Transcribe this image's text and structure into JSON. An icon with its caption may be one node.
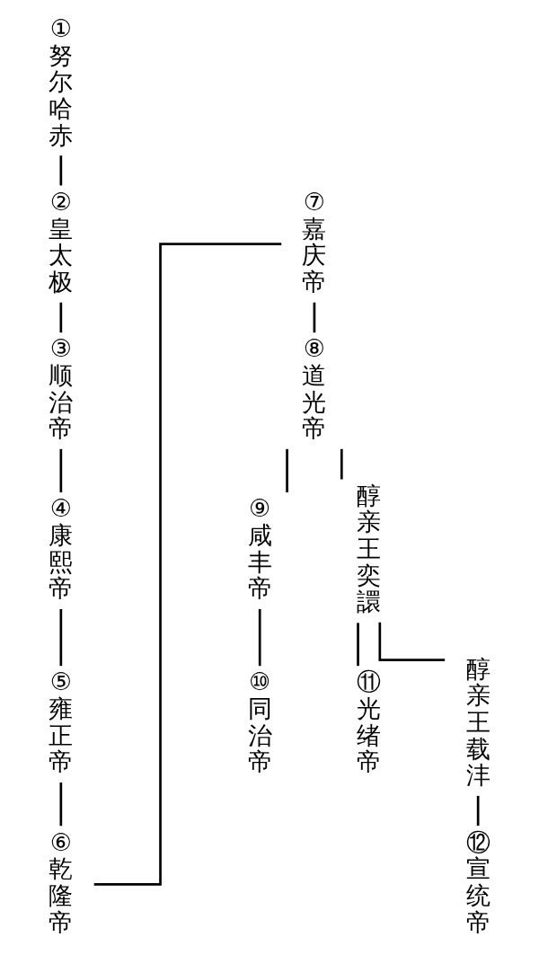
{
  "diagram": {
    "nodes": [
      {
        "text": [
          "①努尔哈赤"
        ]
      },
      {
        "text": [
          "②皇太极"
        ]
      },
      {
        "text": [
          "③顺治帝"
        ]
      },
      {
        "text": [
          "④康熙帝"
        ]
      },
      {
        "text": [
          "⑤雍正帝"
        ]
      },
      {
        "text": [
          "⑥乾隆帝"
        ]
      },
      {
        "text": [
          "⑦嘉庆帝"
        ]
      },
      {
        "text": [
          "⑧道光帝"
        ]
      },
      {
        "text": [
          "⑨咸丰帝"
        ]
      },
      {
        "text": [
          "⑩同治帝"
        ]
      },
      {
        "text": [
          "醇亲王奕譞"
        ]
      },
      {
        "text": [
          "⑪光绪帝"
        ]
      },
      {
        "text": [
          "醇亲王载沣"
        ]
      },
      {
        "text": [
          "⑫宣统帝"
        ]
      }
    ],
    "edges": [
      {
        "from": 0,
        "to": 1,
        "arrow": "none"
      },
      {
        "from": 1,
        "to": 2,
        "arrow": "none"
      },
      {
        "from": 2,
        "to": 3,
        "arrow": "none"
      },
      {
        "from": 3,
        "to": 4,
        "arrow": "none"
      },
      {
        "from": 4,
        "to": 5,
        "arrow": "none"
      },
      {
        "from": 5,
        "to": 6,
        "arrow": "none"
      },
      {
        "from": 6,
        "to": 7,
        "arrow": "none"
      },
      {
        "from": 7,
        "to": 8,
        "arrow": "none"
      },
      {
        "from": 7,
        "to": 10,
        "arrow": "none"
      },
      {
        "from": 8,
        "to": 9,
        "arrow": "none"
      },
      {
        "from": 10,
        "to": 11,
        "arrow": "none"
      },
      {
        "from": 10,
        "to": 12,
        "arrow": "none"
      },
      {
        "from": 12,
        "to": 13,
        "arrow": "none"
      }
    ]
  }
}
